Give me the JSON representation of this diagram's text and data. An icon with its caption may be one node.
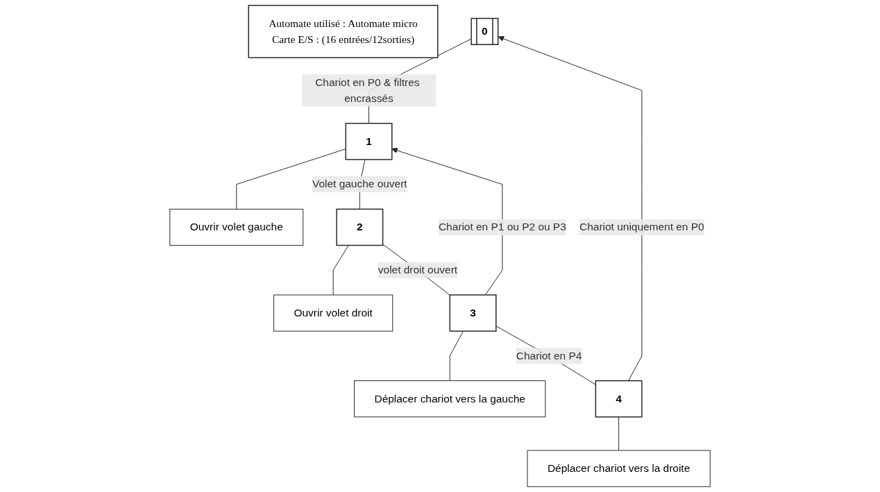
{
  "diagram": {
    "nodes": [
      {
        "text": [
          "0"
        ]
      },
      {
        "text": [
          "1"
        ]
      },
      {
        "text": [
          "Ouvrir volet gauche"
        ]
      },
      {
        "text": [
          "2"
        ]
      },
      {
        "text": [
          "Ouvrir volet droit"
        ]
      },
      {
        "text": [
          "3"
        ]
      },
      {
        "text": [
          "Déplacer chariot vers la gauche"
        ]
      },
      {
        "text": [
          "4"
        ]
      },
      {
        "text": [
          "Déplacer chariot vers la droite"
        ]
      },
      {
        "text": [
          "Automate utilisé : Automate micro",
          "Carte E/S : (16 entrées/12sorties)"
        ]
      }
    ],
    "edges": [
      {
        "from": 0,
        "to": 1,
        "arrow": "none",
        "label": "Chariot en P0 & filtres encrassés"
      },
      {
        "from": 1,
        "to": 2,
        "arrow": "none"
      },
      {
        "from": 1,
        "to": 3,
        "arrow": "none",
        "label": "Volet gauche ouvert"
      },
      {
        "from": 3,
        "to": 4,
        "arrow": "none"
      },
      {
        "from": 3,
        "to": 5,
        "arrow": "none",
        "label": "volet droit ouvert"
      },
      {
        "from": 5,
        "to": 6,
        "arrow": "none"
      },
      {
        "from": 5,
        "to": 7,
        "arrow": "none",
        "label": "Chariot en P4"
      },
      {
        "from": 5,
        "to": 1,
        "arrow": "to",
        "label": "Chariot en P1 ou P2 ou P3"
      },
      {
        "from": 7,
        "to": 8,
        "arrow": "none"
      },
      {
        "from": 7,
        "to": 0,
        "arrow": "to",
        "label": "Chariot uniquement en P0"
      }
    ]
  }
}
